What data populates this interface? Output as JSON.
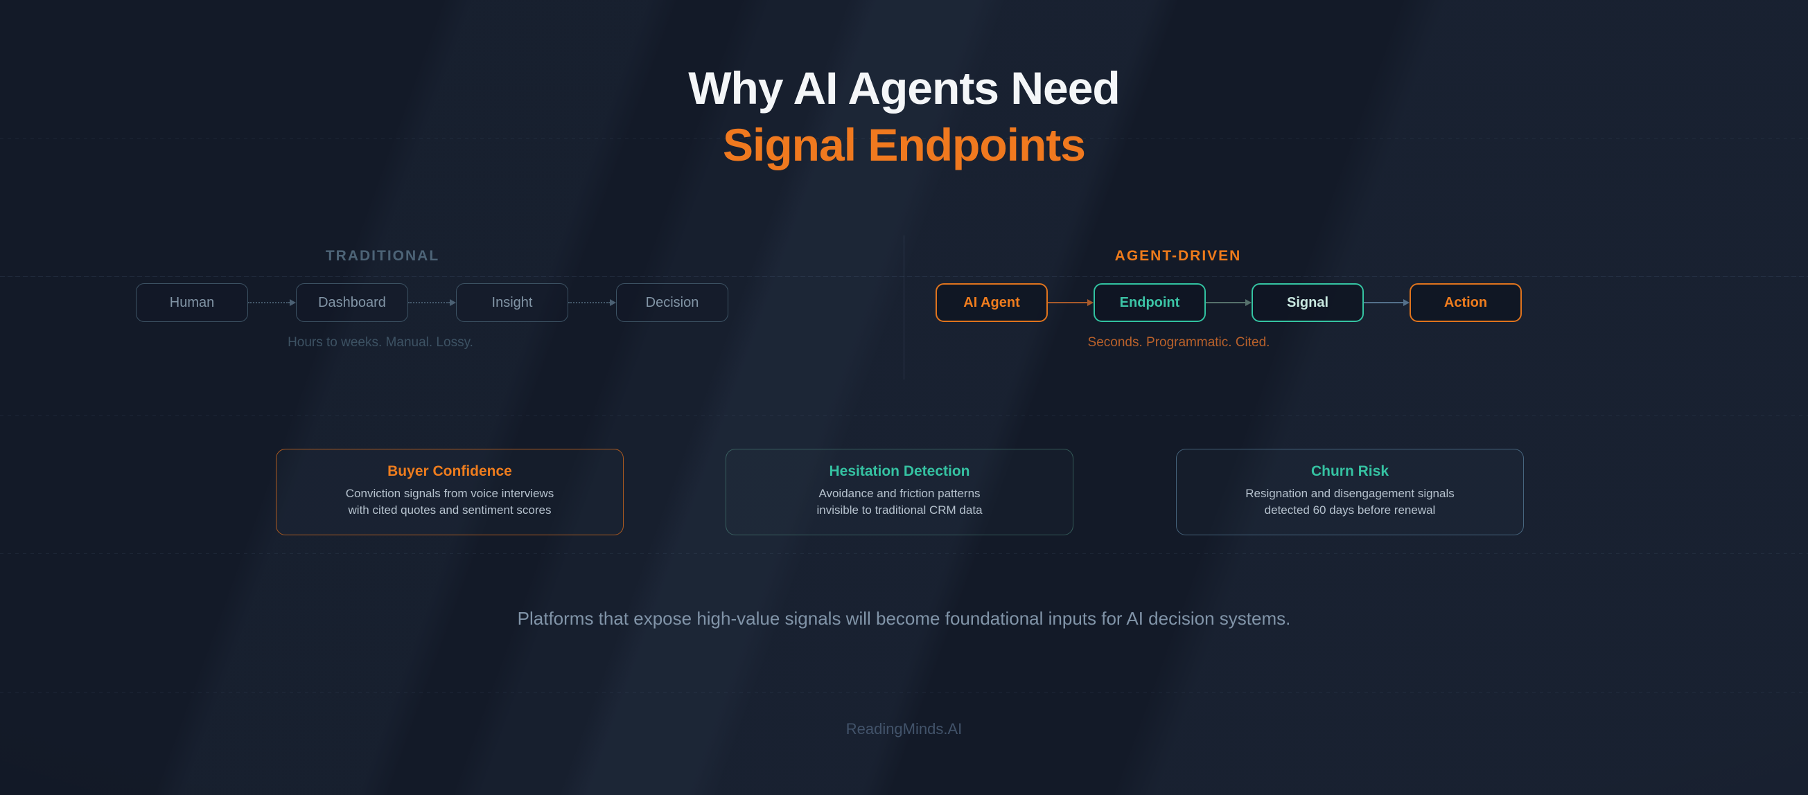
{
  "title": {
    "line1": "Why AI Agents Need",
    "line2": "Signal Endpoints"
  },
  "colors": {
    "background": "#131a28",
    "accent_orange": "#f0791f",
    "accent_teal": "#35c4a2",
    "muted_slate": "#4d6477",
    "body_text": "#b5c1cd"
  },
  "sections": {
    "traditional": {
      "label": "TRADITIONAL",
      "caption": "Hours to weeks. Manual. Lossy.",
      "nodes": [
        {
          "label": "Human"
        },
        {
          "label": "Dashboard"
        },
        {
          "label": "Insight"
        },
        {
          "label": "Decision"
        }
      ]
    },
    "agent": {
      "label": "AGENT-DRIVEN",
      "caption": "Seconds. Programmatic. Cited.",
      "nodes": [
        {
          "label": "AI Agent"
        },
        {
          "label": "Endpoint"
        },
        {
          "label": "Signal"
        },
        {
          "label": "Action"
        }
      ]
    }
  },
  "cards": [
    {
      "title": "Buyer Confidence",
      "line1": "Conviction signals from voice interviews",
      "line2": "with cited quotes and sentiment scores"
    },
    {
      "title": "Hesitation Detection",
      "line1": "Avoidance and friction patterns",
      "line2": "invisible to traditional CRM data"
    },
    {
      "title": "Churn Risk",
      "line1": "Resignation and disengagement signals",
      "line2": "detected 60 days before renewal"
    }
  ],
  "statement": "Platforms that expose high-value signals will become foundational inputs for AI decision systems.",
  "footer": "ReadingMinds.AI"
}
